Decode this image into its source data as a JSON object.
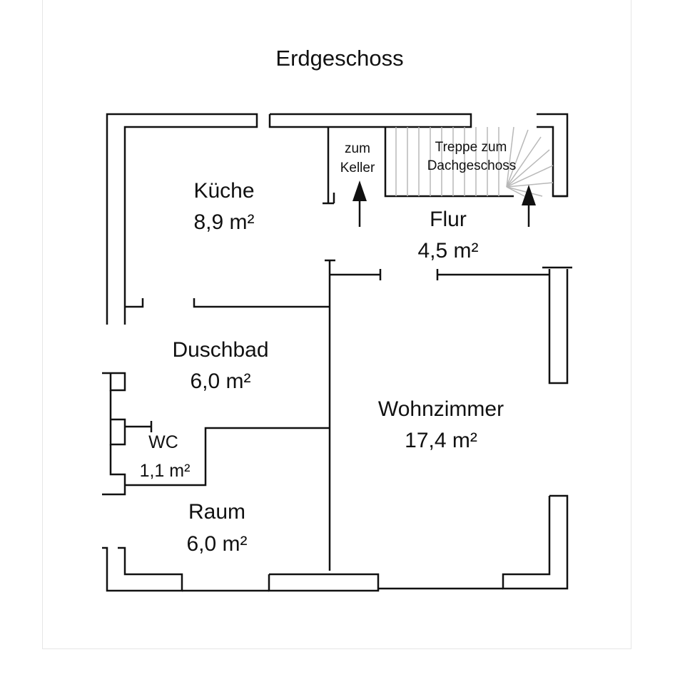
{
  "title": "Erdgeschoss",
  "rooms": {
    "kueche": {
      "name": "Küche",
      "area": "8,9 m²"
    },
    "flur": {
      "name": "Flur",
      "area": "4,5 m²"
    },
    "duschbad": {
      "name": "Duschbad",
      "area": "6,0 m²"
    },
    "wohnzimmer": {
      "name": "Wohnzimmer",
      "area": "17,4 m²"
    },
    "wc": {
      "name": "WC",
      "area": "1,1 m²"
    },
    "raum": {
      "name": "Raum",
      "area": "6,0 m²"
    }
  },
  "annotations": {
    "keller": [
      "zum",
      "Keller"
    ],
    "treppe": [
      "Treppe zum",
      "Dachgeschoss"
    ]
  },
  "colors": {
    "wall": "#111111",
    "stairs": "#b8b8b8",
    "frame": "#e6e6e6"
  }
}
